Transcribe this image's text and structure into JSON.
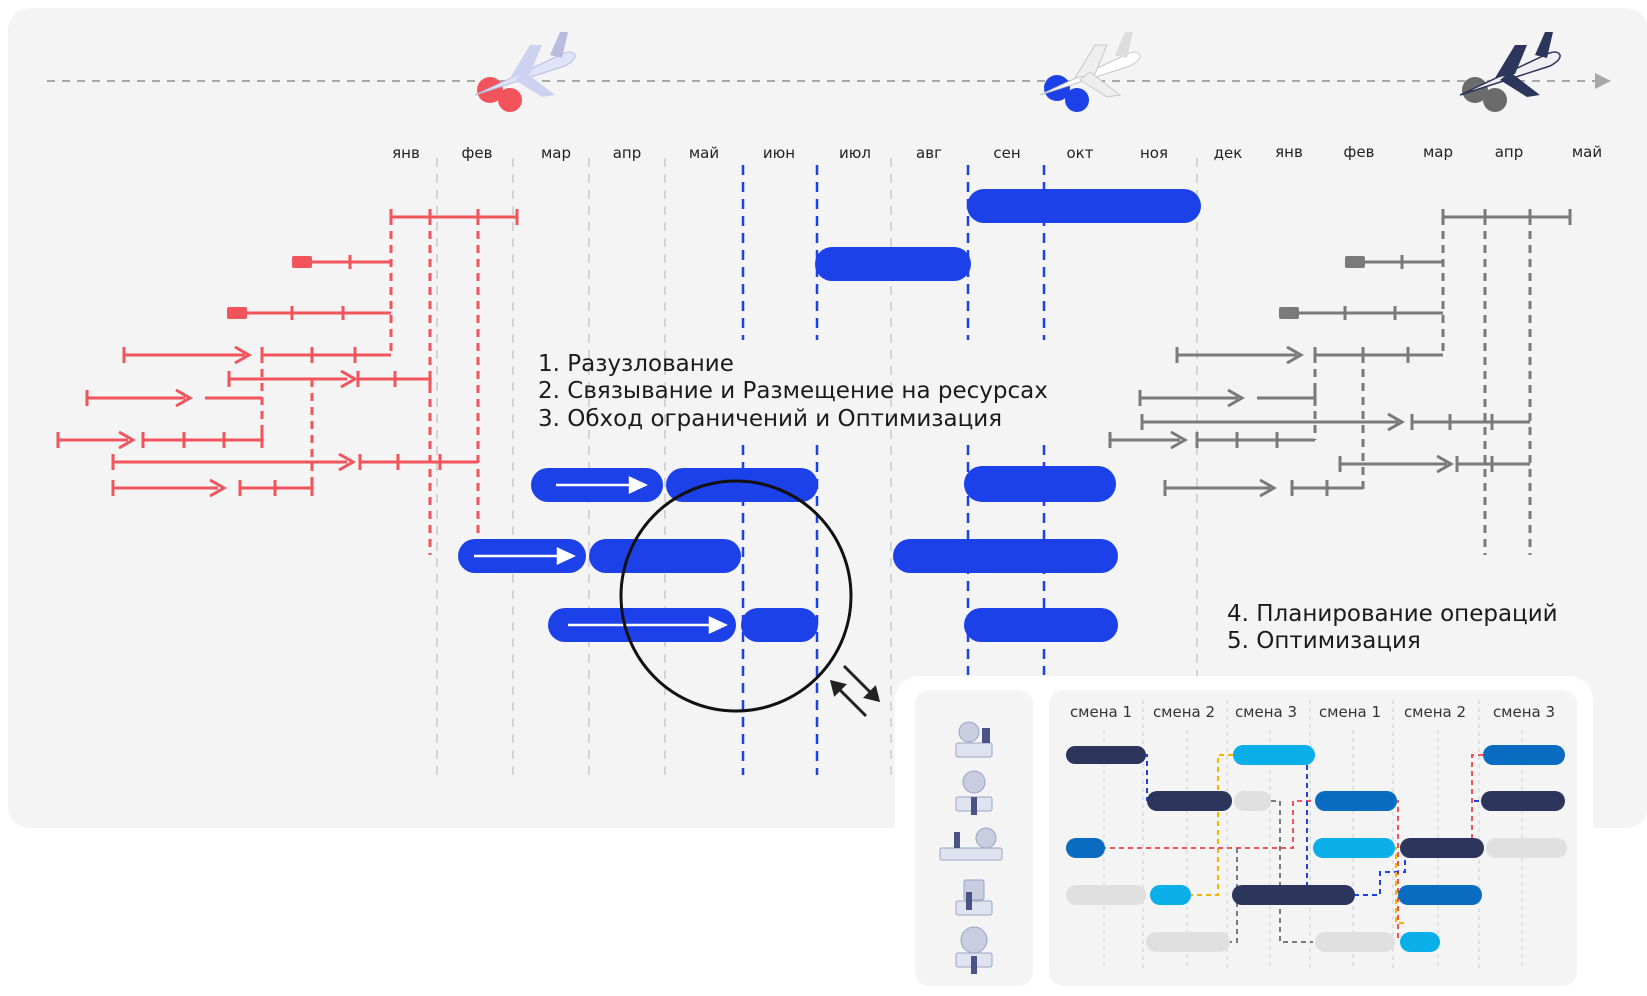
{
  "months_top": [
    "янв",
    "фев",
    "мар",
    "апр",
    "май",
    "июн",
    "июл",
    "авг",
    "сен",
    "окт",
    "ноя",
    "дек",
    "янв",
    "фев",
    "мар",
    "апр",
    "май"
  ],
  "steps_top": [
    "1. Разузлование",
    "2. Связывание и Размещение на ресурсах",
    "3. Обход ограничений и Оптимизация"
  ],
  "steps_bottom": [
    "4. Планирование операций",
    "5. Оптимизация"
  ],
  "shifts": [
    "смена 1",
    "смена 2",
    "смена 3",
    "смена 1",
    "смена 2",
    "смена 3"
  ],
  "icons": {
    "plane_left": "airplane-red-icon",
    "plane_mid": "airplane-blue-icon",
    "plane_right": "airplane-dark-icon",
    "machines": [
      "lathe-machine-icon",
      "drill-machine-icon",
      "milling-machine-icon",
      "press-machine-icon",
      "grinding-machine-icon"
    ],
    "swap": "swap-arrows-icon",
    "magnifier": "magnifier-circle-icon"
  },
  "colors": {
    "red": "#f2545b",
    "blue": "#1d41e8",
    "gray": "#777777",
    "navy": "#2c355c",
    "dark_blue": "#0a6cc0",
    "light_blue": "#0aaee8",
    "light_gray": "#e0e0e0",
    "yellow": "#f4b400"
  }
}
